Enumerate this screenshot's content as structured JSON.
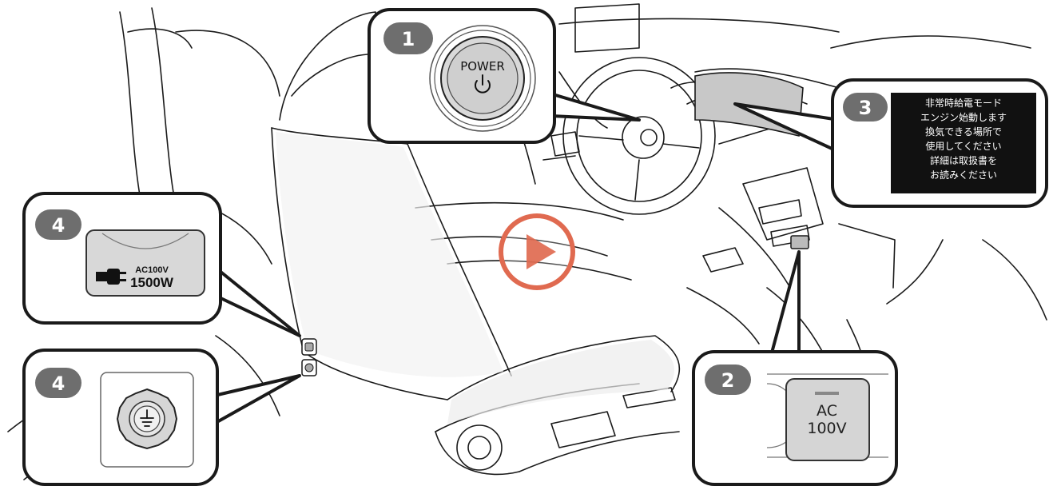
{
  "callouts": {
    "power": {
      "number": "1",
      "label": "POWER"
    },
    "outlet_console": {
      "number": "2",
      "line1": "AC",
      "line2": "100V"
    },
    "display": {
      "number": "3",
      "lines": [
        "非常時給電モード",
        "エンジン始動します",
        "換気できる場所で",
        "使用してください",
        "詳細は取扱書を",
        "お読みください"
      ]
    },
    "outlet_seat": {
      "number": "4",
      "small": "AC100V",
      "big": "1500W"
    },
    "ground_cap": {
      "number": "4"
    }
  },
  "colors": {
    "badge": "#6e6e6e",
    "play_ring": "#e06a50",
    "line": "#1a1a1a"
  },
  "icons": {
    "power": "power-icon",
    "plug": "plug-icon",
    "ground": "ground-icon",
    "play": "play-icon"
  }
}
